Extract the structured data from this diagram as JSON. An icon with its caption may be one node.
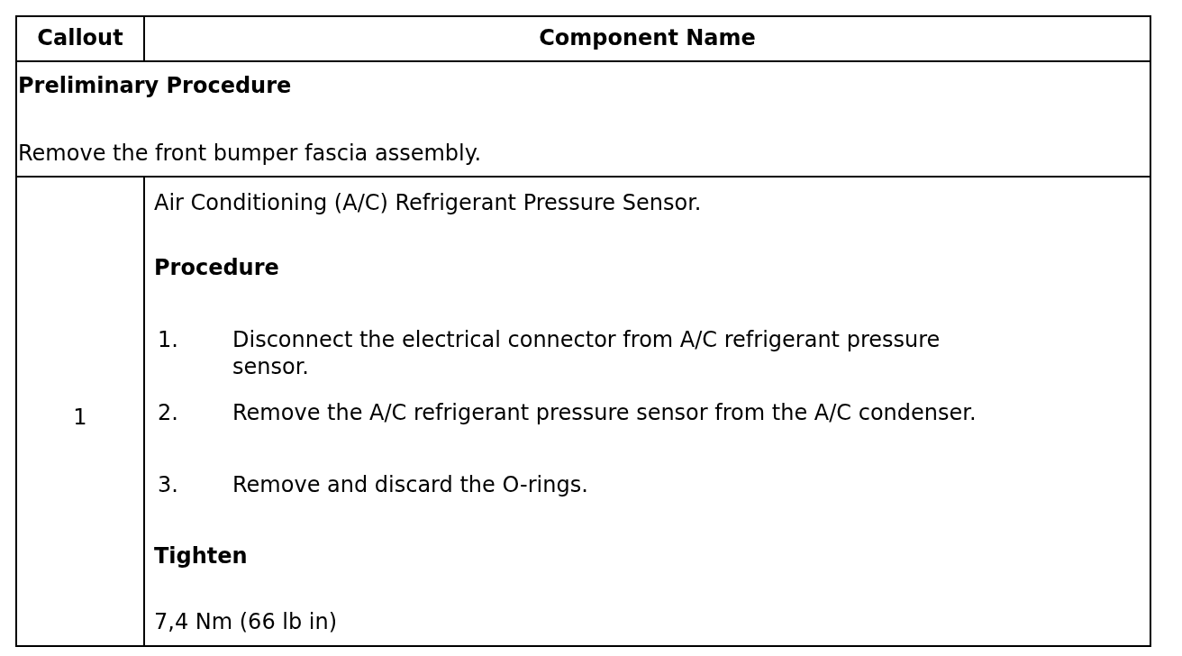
{
  "diagram": {
    "labels": [
      "Callout",
      "Component Name",
      "Preliminary Procedure",
      "Remove the front bumper fascia assembly.",
      "1",
      "Air Conditioning (A/C) Refrigerant Pressure Sensor.",
      "Procedure",
      "1.",
      "Disconnect the electrical connector from A/C refrigerant pressure sensor.",
      "2.",
      "Remove the A/C refrigerant pressure sensor from the A/C condenser.",
      "3.",
      "Remove and discard the O-rings.",
      "Tighten",
      "7,4 Nm (66 lb in)"
    ]
  }
}
